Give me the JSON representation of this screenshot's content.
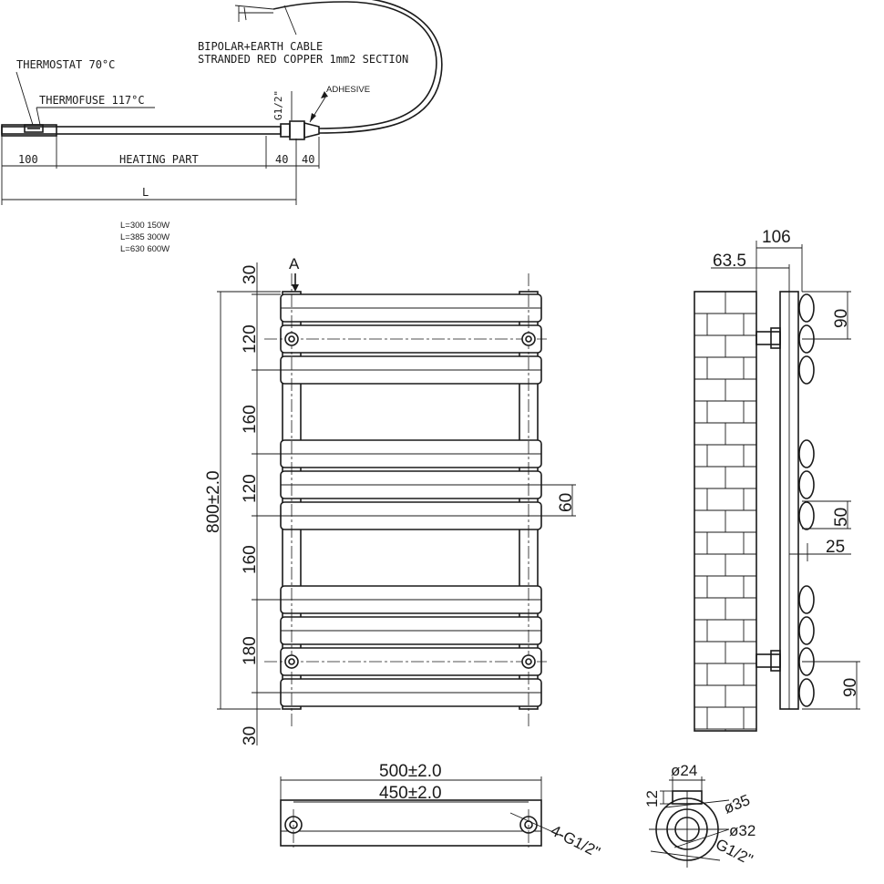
{
  "element": {
    "thermostat": "THERMOSTAT 70°C",
    "thermofuse": "THERMOFUSE 117°C",
    "cable_line1": "BIPOLAR+EARTH CABLE",
    "cable_line2": "STRANDED RED COPPER 1mm2 SECTION",
    "adhesive": "ADHESIVE",
    "thread": "G1/2\"",
    "dim_100": "100",
    "heating_part": "HEATING PART",
    "dim_40a": "40",
    "dim_40b": "40",
    "dim_L": "L",
    "power_table": [
      "L=300  150W",
      "L=385  300W",
      "L=630  600W"
    ]
  },
  "front": {
    "label_A": "A",
    "dim_total": "800±2.0",
    "dims_left": [
      "30",
      "120",
      "160",
      "120",
      "160",
      "180",
      "30"
    ],
    "dim_60": "60"
  },
  "side": {
    "dim_106": "106",
    "dim_63_5": "63.5",
    "dim_90_top": "90",
    "dim_50": "50",
    "dim_25": "25",
    "dim_90_bottom": "90"
  },
  "bottom": {
    "dim_500": "500±2.0",
    "dim_450": "450±2.0",
    "callout": "4-G1/2\""
  },
  "section": {
    "dim_24": "ø24",
    "dim_12": "12",
    "dim_35": "ø35",
    "dim_32": "ø32",
    "thread": "G1/2\""
  }
}
